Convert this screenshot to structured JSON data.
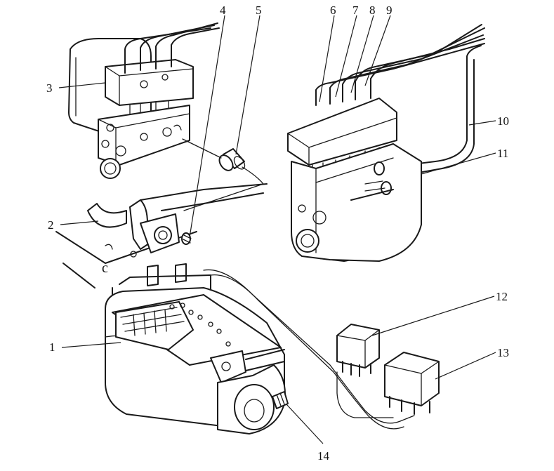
{
  "labels": {
    "l1": "1",
    "l2": "2",
    "l3": "3",
    "l4": "4",
    "l5": "5",
    "l6": "6",
    "l7": "7",
    "l8": "8",
    "l9": "9",
    "l10": "10",
    "l11": "11",
    "l12": "12",
    "l13": "13",
    "l14": "14"
  },
  "icons": {
    "modulator_old": "hydraulic-modulator-icon",
    "bracket": "mounting-bracket-icon",
    "modulator_new": "hydraulic-modulator-with-lines-icon",
    "motor_unit": "pump-motor-unit-icon",
    "relay_small": "relay-icon",
    "relay_large": "relay-icon"
  }
}
